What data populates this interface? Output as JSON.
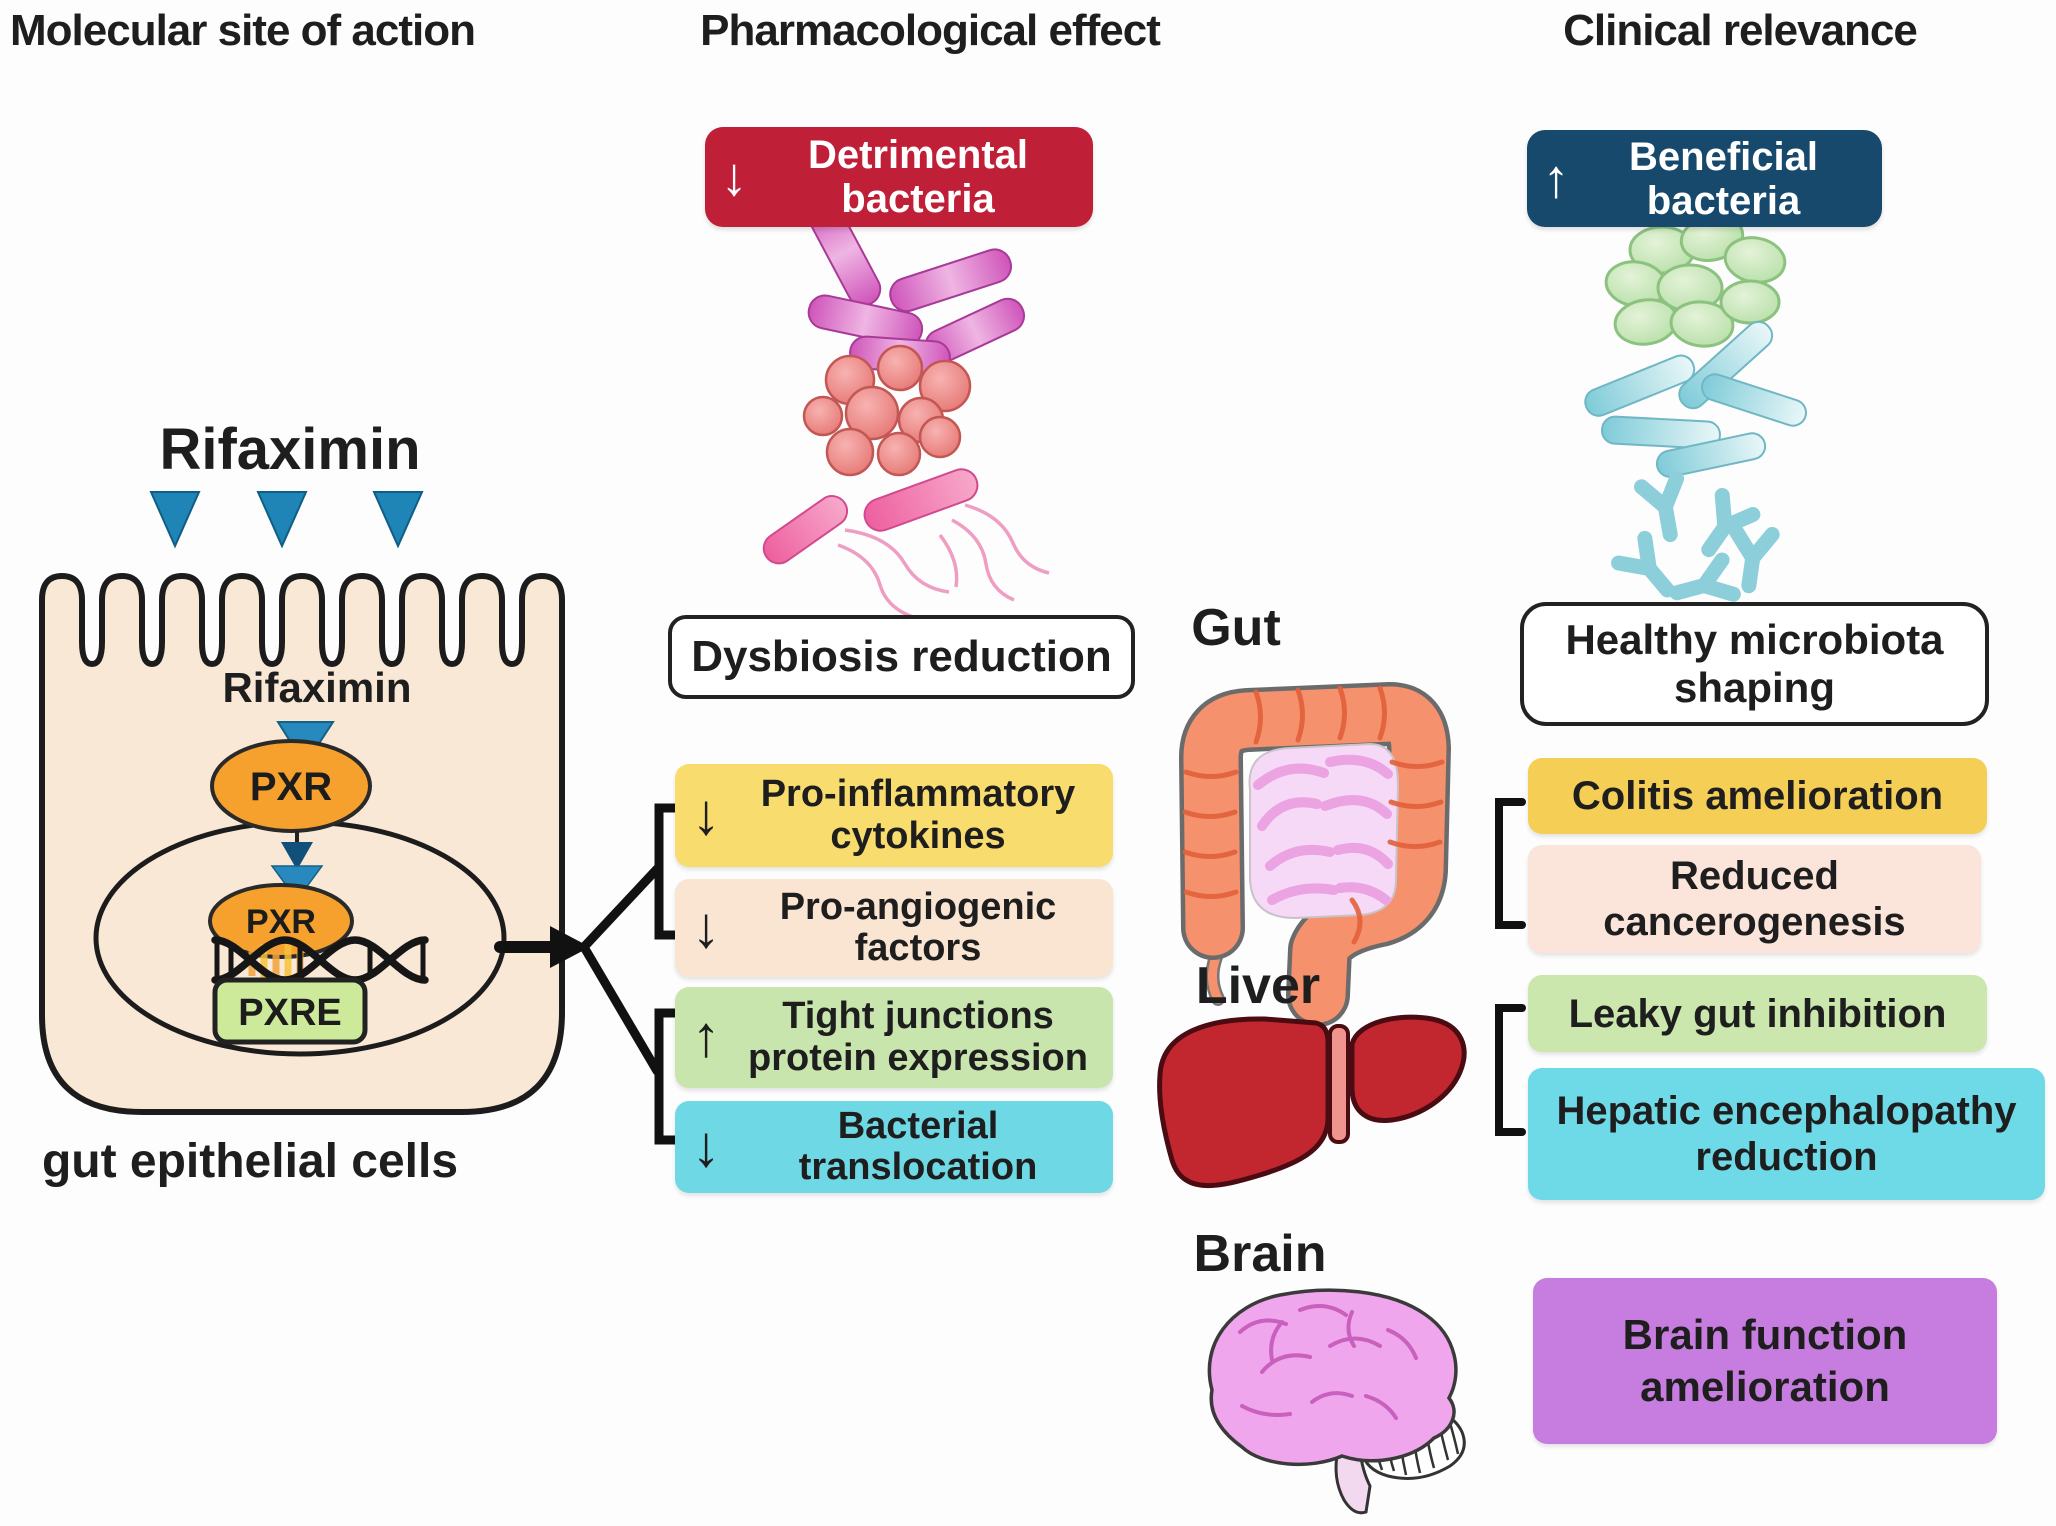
{
  "headers": {
    "molecular": "Molecular site of action",
    "pharmacological": "Pharmacological effect",
    "clinical": "Clinical relevance"
  },
  "molecular": {
    "drug_title": "Rifaximin",
    "drug_label_inner": "Rifaximin",
    "pxr_membrane": "PXR",
    "pxr_nucleus": "PXR",
    "pxre": "PXRE",
    "caption": "gut epithelial cells",
    "cell_fill": "#fae8d7",
    "pxr_fill": "#f6a12d",
    "pxre_fill": "#cdea9b",
    "triangle_color": "#1e85b6"
  },
  "pharmacological": {
    "detrimental_box": {
      "arrow": "↓",
      "label": "Detrimental bacteria",
      "bg": "#c01f38",
      "text_color": "#ffffff"
    },
    "dysbiosis_box": {
      "label": "Dysbiosis reduction",
      "bg": "#ffffff"
    },
    "effect_boxes": [
      {
        "arrow": "↓",
        "label": "Pro-inflammatory cytokines",
        "bg": "#f8dc6e"
      },
      {
        "arrow": "↓",
        "label": "Pro-angiogenic factors",
        "bg": "#fae5d3"
      },
      {
        "arrow": "↑",
        "label": "Tight junctions protein expression",
        "bg": "#c9e5ae"
      },
      {
        "arrow": "↓",
        "label": "Bacterial translocation",
        "bg": "#6fd8e5"
      }
    ]
  },
  "organs": {
    "gut": "Gut",
    "liver": "Liver",
    "brain": "Brain"
  },
  "clinical": {
    "beneficial_box": {
      "arrow": "↑",
      "label": "Beneficial bacteria",
      "bg": "#17496d",
      "text_color": "#ffffff"
    },
    "healthy_box": {
      "label": "Healthy microbiota shaping",
      "bg": "#ffffff"
    },
    "outcome_boxes": [
      {
        "label": "Colitis amelioration",
        "bg": "#f5ce55"
      },
      {
        "label": "Reduced cancerogenesis",
        "bg": "#fbe4da"
      },
      {
        "label": "Leaky gut inhibition",
        "bg": "#cbe7ae"
      },
      {
        "label": "Hepatic encephalopathy reduction",
        "bg": "#6ed9e7"
      },
      {
        "label": "Brain function amelioration",
        "bg": "#c77cdf"
      }
    ]
  }
}
